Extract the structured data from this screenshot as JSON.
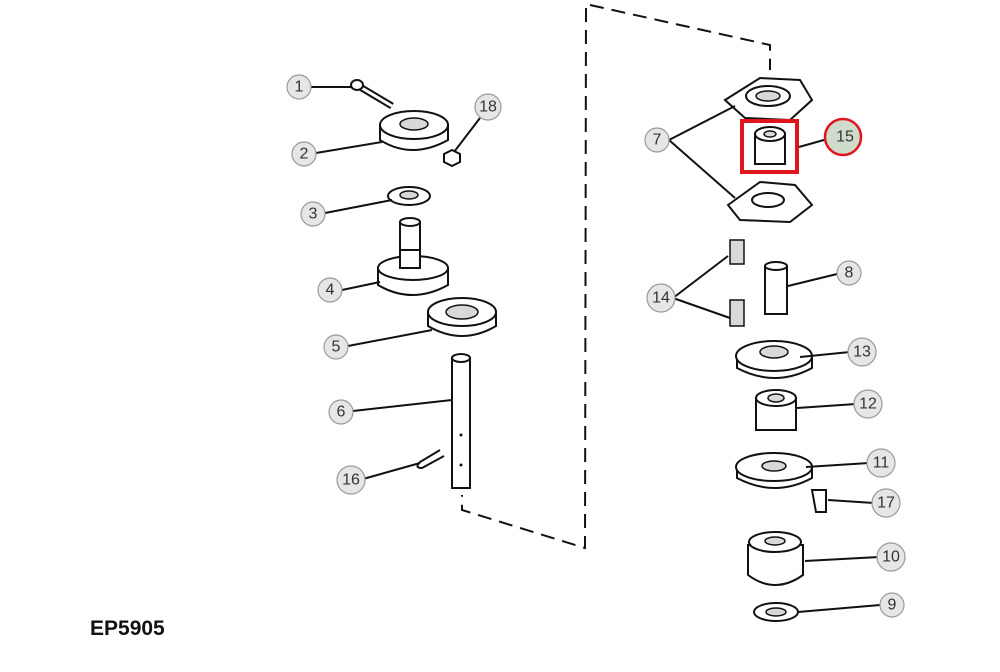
{
  "figure_id": "EP5905",
  "callouts": {
    "c1": "1",
    "c2": "2",
    "c3": "3",
    "c4": "4",
    "c5": "5",
    "c6": "6",
    "c7": "7",
    "c8": "8",
    "c9": "9",
    "c10": "10",
    "c11": "11",
    "c12": "12",
    "c13": "13",
    "c14": "14",
    "c15": "15",
    "c16": "16",
    "c17": "17",
    "c18": "18"
  },
  "highlight": {
    "callout": "15",
    "color": "#e0161e",
    "fill": "#cfdccb"
  }
}
